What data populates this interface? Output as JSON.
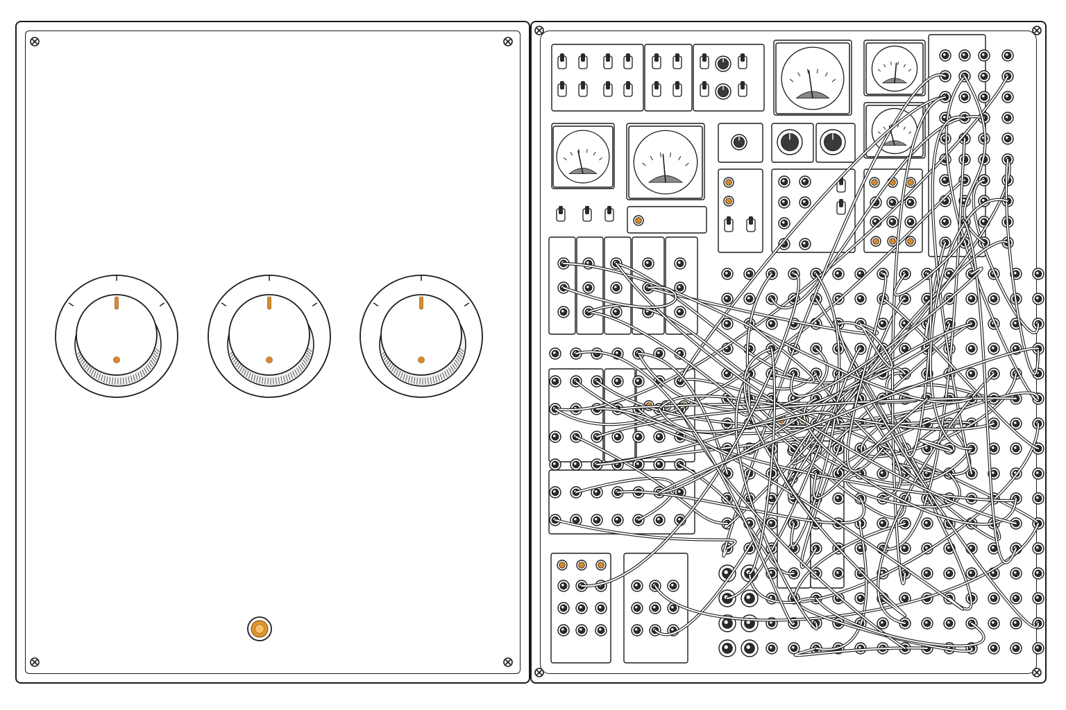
{
  "panel_left": {
    "knobs": [
      {
        "name": "knob-1",
        "setting": 0.5
      },
      {
        "name": "knob-2",
        "setting": 0.5
      },
      {
        "name": "knob-3",
        "setting": 0.5
      }
    ],
    "indicator": {
      "name": "amber-indicator-lamp",
      "color": "#e0962e"
    }
  },
  "panel_right": {
    "meters": [
      {
        "name": "meter-1",
        "needle": 0.42
      },
      {
        "name": "meter-2",
        "needle": 0.55
      },
      {
        "name": "meter-3",
        "needle": 0.35
      },
      {
        "name": "meter-4",
        "needle": 0.38
      },
      {
        "name": "meter-5",
        "needle": 0.45
      }
    ],
    "accent_color": "#d98a2b",
    "line_color": "#1a1a1a"
  }
}
